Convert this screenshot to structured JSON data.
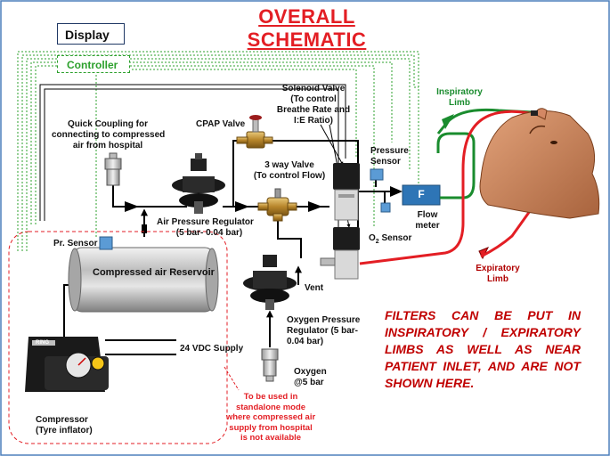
{
  "title": "OVERALL SCHEMATIC",
  "display_label": "Display",
  "controller_label": "Controller",
  "labels": {
    "quick_coupling": [
      "Quick Coupling for",
      "connecting to compressed",
      "air from hospital"
    ],
    "air_pressure_regulator": [
      "Air Pressure Regulator",
      "(5 bar- 0.04 bar)"
    ],
    "cpap_valve": "CPAP Valve",
    "solenoid_valve": [
      "Solenoid Valve",
      "(To control",
      "Breathe Rate and",
      "I:E Ratio)"
    ],
    "three_way_valve": [
      "3 way Valve",
      "(To control Flow)"
    ],
    "pressure_sensor": [
      "Pressure",
      "Sensor"
    ],
    "flow_meter": [
      "Flow",
      "meter"
    ],
    "flow_meter_symbol": "F",
    "o2_sensor_o": "O",
    "o2_sensor_sub": "2",
    "o2_sensor_rest": " Sensor",
    "inspiratory_limb": [
      "Inspiratory",
      "Limb"
    ],
    "expiratory_limb": [
      "Expiratory",
      "Limb"
    ],
    "pr_sensor": "Pr. Sensor",
    "compressed_air_reservoir": "Compressed air Reservoir",
    "vent": "Vent",
    "oxygen_pressure_regulator": [
      "Oxygen Pressure",
      "Regulator  (5 bar-",
      "0.04 bar)"
    ],
    "oxygen": [
      "Oxygen",
      "@5 bar"
    ],
    "supply_24vdc": "24 VDC Supply",
    "compressor": [
      "Compressor",
      "(Tyre inflator)"
    ],
    "standalone_note": [
      "To be used in",
      "standalone mode",
      "where compressed air",
      "supply from hospital",
      "is not available"
    ],
    "filters_note": "FILTERS CAN BE PUT IN INSPIRATORY / EXPIRATORY LIMBS AS WELL AS NEAR PATIENT INLET, AND ARE NOT SHOWN HERE.",
    "compressor_brand": "RING"
  },
  "colors": {
    "title_red": "#e31e24",
    "display_border": "#1f3864",
    "controller_green": "#2ca02c",
    "inspiratory_green": "#1a8c2e",
    "expiratory_red": "#e31e24",
    "note_red": "#c00000",
    "flow_meter_blue": "#2e75b6",
    "sensor_blue": "#5b9bd5"
  }
}
